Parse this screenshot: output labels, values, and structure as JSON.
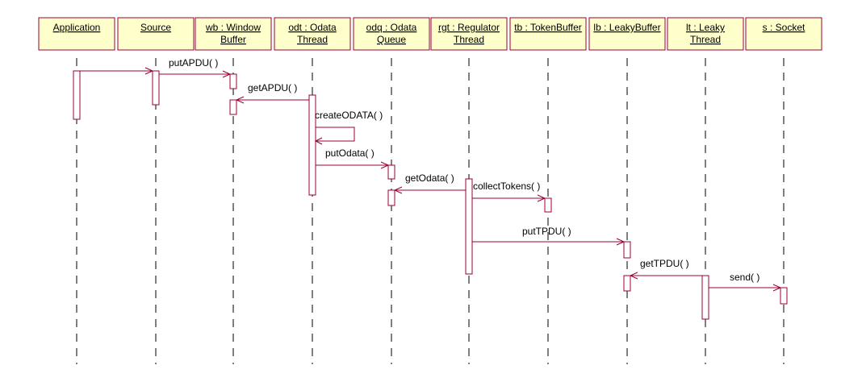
{
  "objects": [
    {
      "id": "app",
      "lines": [
        "Application"
      ]
    },
    {
      "id": "src",
      "lines": [
        "Source"
      ]
    },
    {
      "id": "wb",
      "lines": [
        "wb : Window",
        "Buffer"
      ]
    },
    {
      "id": "odt",
      "lines": [
        "odt : Odata",
        "Thread"
      ]
    },
    {
      "id": "odq",
      "lines": [
        "odq : Odata",
        "Queue"
      ]
    },
    {
      "id": "rgt",
      "lines": [
        "rgt : Regulator",
        "Thread"
      ]
    },
    {
      "id": "tb",
      "lines": [
        "tb : TokenBuffer"
      ]
    },
    {
      "id": "lb",
      "lines": [
        "lb : LeakyBuffer"
      ]
    },
    {
      "id": "lt",
      "lines": [
        "lt : Leaky",
        "Thread"
      ]
    },
    {
      "id": "s",
      "lines": [
        "s : Socket"
      ]
    }
  ],
  "messages": [
    {
      "from": "app",
      "to": "src",
      "label": ""
    },
    {
      "from": "src",
      "to": "wb",
      "label": "putAPDU( )"
    },
    {
      "from": "odt",
      "to": "wb",
      "label": "getAPDU( )"
    },
    {
      "from": "odt",
      "to": "odt",
      "label": "createODATA( )"
    },
    {
      "from": "odt",
      "to": "odq",
      "label": "putOdata( )"
    },
    {
      "from": "rgt",
      "to": "odq",
      "label": "getOdata( )"
    },
    {
      "from": "rgt",
      "to": "tb",
      "label": "collectTokens( )"
    },
    {
      "from": "rgt",
      "to": "lb",
      "label": "putTPDU( )"
    },
    {
      "from": "lt",
      "to": "lb",
      "label": "getTPDU( )"
    },
    {
      "from": "lt",
      "to": "s",
      "label": "send( )"
    }
  ]
}
